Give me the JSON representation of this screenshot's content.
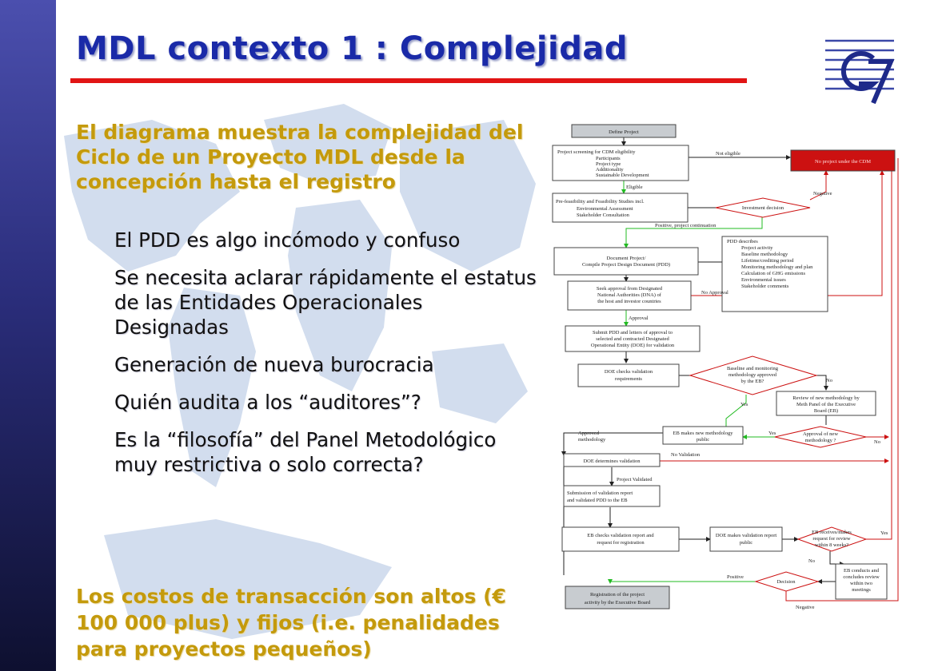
{
  "slide": {
    "title": "MDL contexto 1 : Complejidad",
    "intro": "El diagrama muestra la complejidad del Ciclo de un Proyecto MDL desde la concepción hasta el registro",
    "bullets": [
      "El PDD es algo incómodo y confuso",
      "Se necesita aclarar rápidamente el estatus de las Entidades Operacionales Designadas",
      "Generación de nueva burocracia",
      "Quién audita a los “auditores”?",
      "Es la “filosofía” del Panel Metodológico muy restrictiva o solo correcta?"
    ],
    "outro": "Los costos de transacción son altos (€ 100 000 plus) y fijos (i.e. penalidades para proyectos pequeños)"
  },
  "colors": {
    "title": "#1a2aa8",
    "title_rule": "#e11414",
    "highlight_text": "#c49a0c",
    "flow_line_black": "#222222",
    "flow_line_green": "#22bb22",
    "flow_line_red": "#cc1111",
    "box_gray": "#c8ccd0",
    "box_red": "#cc1111"
  },
  "flowchart": {
    "define_project": "Define Project",
    "screening": {
      "title": "Project screening for CDM eligibility",
      "items": [
        "Participants",
        "Project type",
        "Additionality",
        "Sustainable Development"
      ]
    },
    "not_eligible": "Not eligible",
    "no_project": "No project under the CDM",
    "eligible": "Eligible",
    "feasibility": {
      "title": "Pre-feasibility and Feasibility Studies incl.",
      "items": [
        "Environmental Assessment",
        "Stakeholder Consultation"
      ]
    },
    "negative_1": "Negative",
    "investment_decision": "Investment decision",
    "positive_continuation": "Positive, project continuation",
    "document_project": [
      "Document Project/",
      "Compile Project Design Document (PDD)"
    ],
    "pdd_describes": {
      "title": "PDD describes",
      "items": [
        "Project activity",
        "Baseline methodology",
        "Lifetime/crediting period",
        "Monitoring methodology and plan",
        "Calculation of GHG emissions",
        "Environmental issues",
        "Stakeholder comments"
      ]
    },
    "seek_approval": [
      "Seek approval from Designated",
      "National Authorities (DNA) of",
      "the host and investor countries"
    ],
    "no_approval": "No Approval",
    "approval": "Approval",
    "submit_pdd": [
      "Submit PDD and letters of approval to",
      "selected and contracted Designated",
      "Operational Entity (DOE) for validation"
    ],
    "doe_checks": [
      "DOE checks validation",
      "requirements"
    ],
    "baseline_approved": [
      "Baseline and monitoring",
      "methodology approved",
      "by the EB?"
    ],
    "no_1": "No",
    "yes_1": "Yes",
    "review_method": [
      "Review of new methodology by",
      "Meth Panel of the Executive",
      "Board (EB)"
    ],
    "approved_methodology": [
      "Approved",
      "methodology"
    ],
    "eb_makes_public": [
      "EB makes new methodology",
      "public"
    ],
    "yes_2": "Yes",
    "approval_new": [
      "Approval of new",
      "methodology ?"
    ],
    "no_2": "No",
    "doe_determines": "DOE determines validation",
    "no_validation": "No Validation",
    "project_validated": "Project Validated",
    "submission_report": [
      "Submission of validation report",
      "and validated PDD to the EB"
    ],
    "eb_checks": [
      "EB checks validation report and",
      "request for registration"
    ],
    "doe_public": [
      "DOE makes validation report",
      "public"
    ],
    "eb_receives": [
      "EB receives/makes",
      "request for review",
      "within 8 weeks?"
    ],
    "yes_3": "Yes",
    "no_3": "No",
    "eb_conducts": [
      "EB conducts and",
      "concludes review",
      "within two",
      "meetings"
    ],
    "positive": "Positive",
    "decision": "Decision",
    "registration": [
      "Registration of the project",
      "activity by the Executive Board"
    ],
    "negative_2": "Negative"
  }
}
